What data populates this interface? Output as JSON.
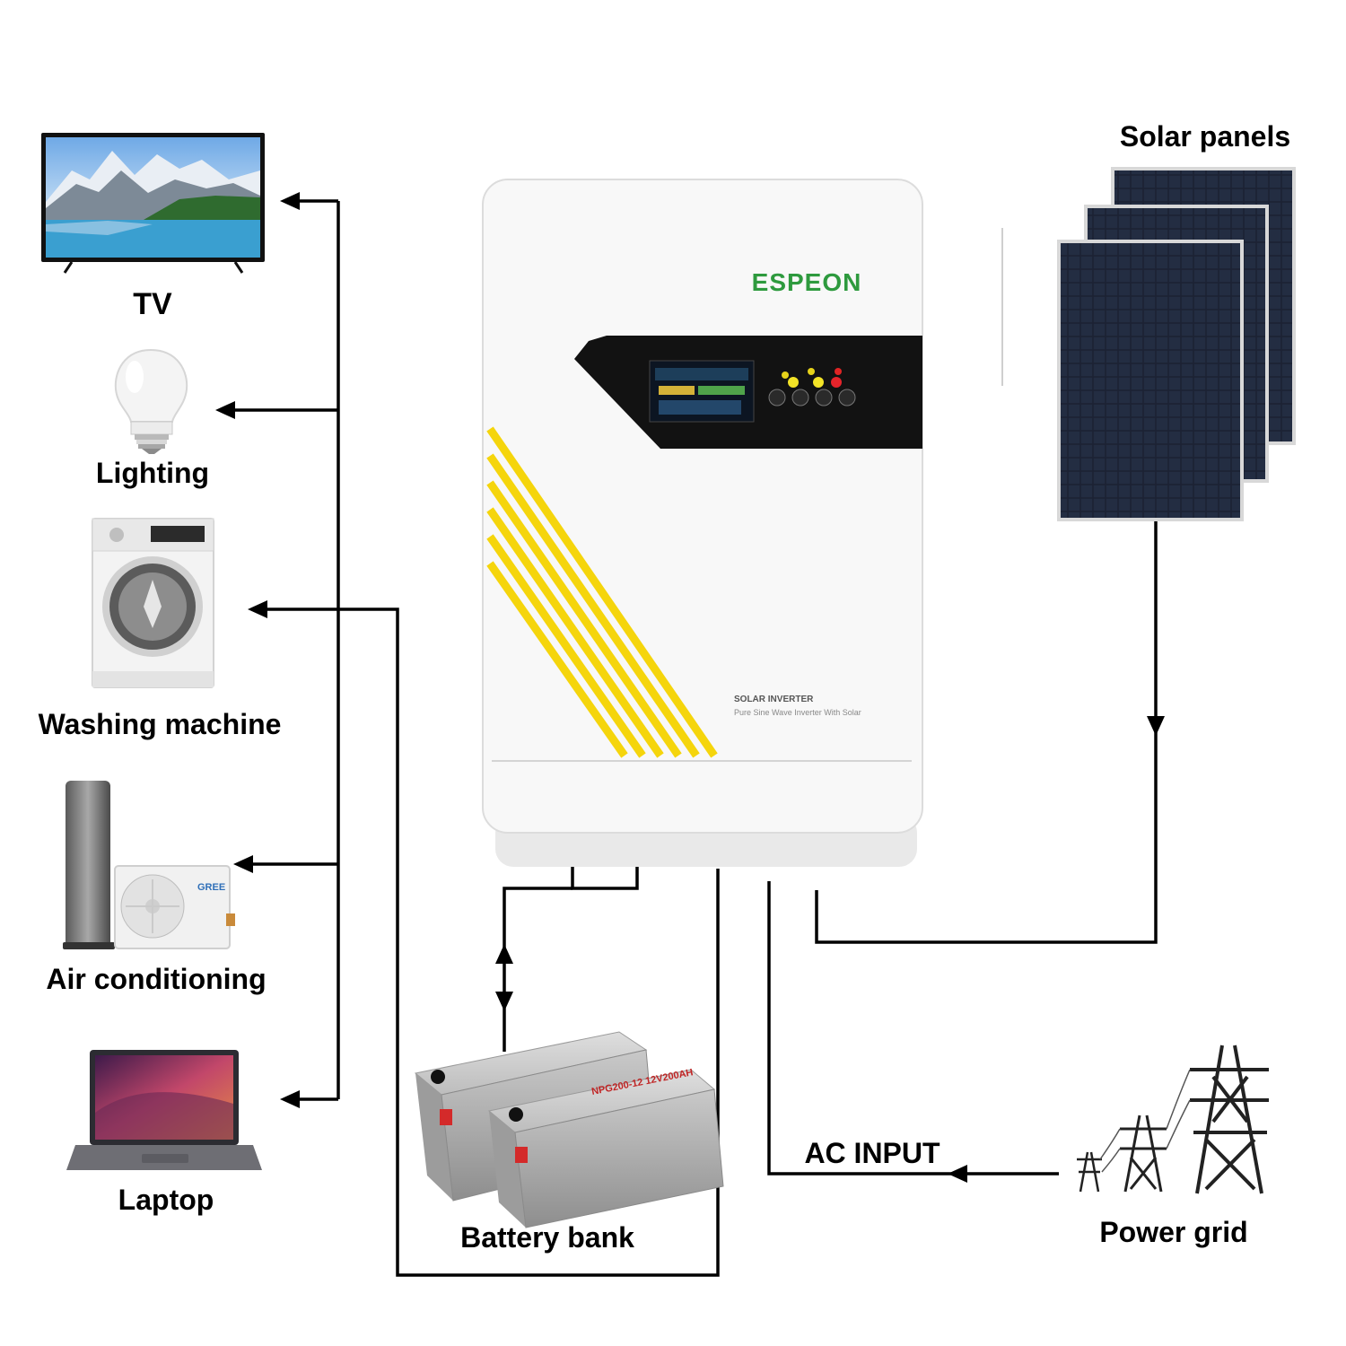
{
  "labels": {
    "tv": "TV",
    "lighting": "Lighting",
    "washing_machine": "Washing machine",
    "air_conditioning": "Air conditioning",
    "laptop": "Laptop",
    "battery_bank": "Battery bank",
    "ac_input": "AC INPUT",
    "power_grid": "Power grid",
    "solar_panels": "Solar panels"
  },
  "inverter": {
    "brand": "ESPEON",
    "product_line": "SOLAR INVERTER",
    "product_subtitle": "Pure Sine Wave Inverter With Solar"
  },
  "ac_unit_brand": "GREE",
  "battery_model": "NPG200-12 12V200AH",
  "colors": {
    "inverter_stripe": "#F5D50C",
    "brand_green": "#2E9A3E",
    "panel_cell": "#1C2233",
    "line": "#000000"
  },
  "icons": [
    "tv-icon",
    "light-bulb-icon",
    "washing-machine-icon",
    "air-conditioner-icon",
    "laptop-icon",
    "battery-icon",
    "transmission-tower-icon",
    "solar-panel-icon",
    "inverter-icon"
  ]
}
